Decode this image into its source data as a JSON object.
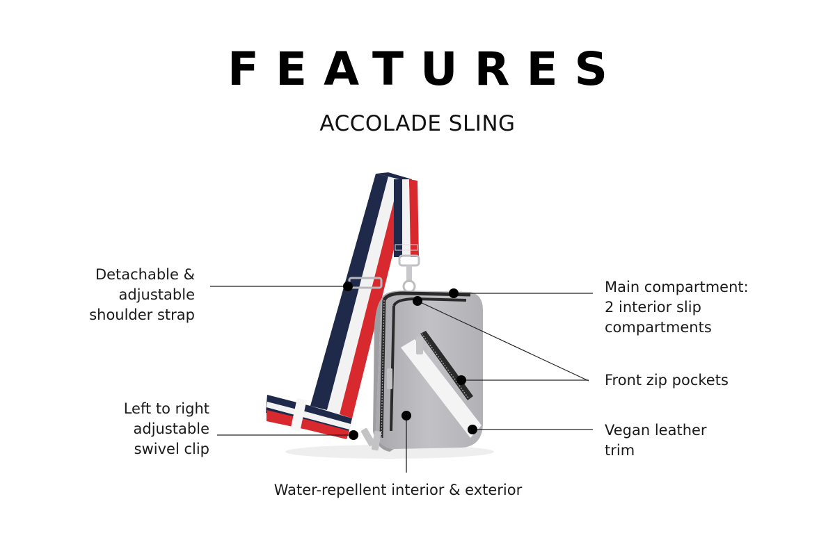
{
  "header": {
    "title": "FEATURES",
    "subtitle": "ACCOLADE SLING"
  },
  "product": {
    "name": "Accolade Sling",
    "image": "product-photo-sling-bag",
    "colors": {
      "body": "#b9b8bd",
      "trim": "#f4f4f4",
      "strap_navy": "#1f2a4a",
      "strap_white": "#f2f2f2",
      "strap_red": "#d8292f",
      "zipper": "#2a2a2a",
      "hardware": "#c9c9cc"
    }
  },
  "callouts": [
    {
      "id": "strap",
      "text": "Detachable &\nadjustable\nshoulder strap",
      "side": "left"
    },
    {
      "id": "swivel",
      "text": "Left to right\nadjustable\nswivel clip",
      "side": "left"
    },
    {
      "id": "main",
      "text": "Main compartment:\n2 interior slip\ncompartments",
      "side": "right"
    },
    {
      "id": "front-zip",
      "text": "Front zip pockets",
      "side": "right"
    },
    {
      "id": "trim",
      "text": "Vegan leather\ntrim",
      "side": "right"
    },
    {
      "id": "water",
      "text": "Water-repellent interior & exterior",
      "side": "bottom"
    }
  ]
}
